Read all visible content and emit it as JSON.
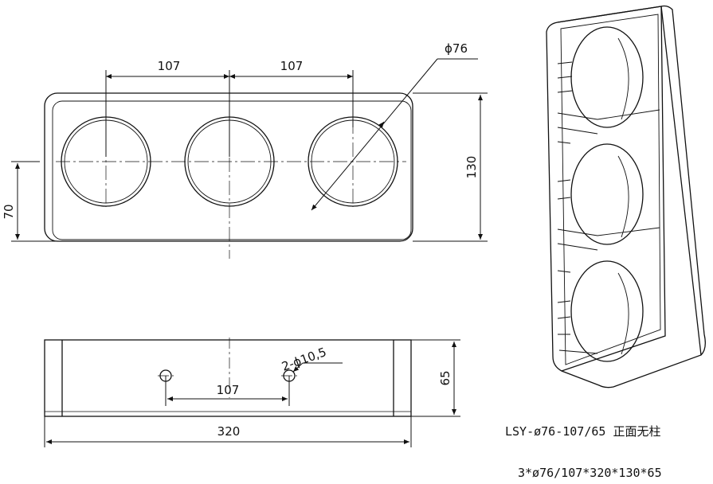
{
  "front_view": {
    "dim_spacing_left": "107",
    "dim_spacing_right": "107",
    "dim_diameter": "ϕ76",
    "dim_height": "130",
    "dim_offset": "70"
  },
  "bottom_view": {
    "dim_hole_spacing": "107",
    "dim_hole_callout": "2-ϕ10,5",
    "dim_depth": "65",
    "dim_width": "320"
  },
  "caption": {
    "model_line": "LSY-ø76-107/65 正面无柱",
    "spec_line": "3*ø76/107*320*130*65"
  },
  "colors": {
    "line": "#111111",
    "background": "#ffffff"
  }
}
